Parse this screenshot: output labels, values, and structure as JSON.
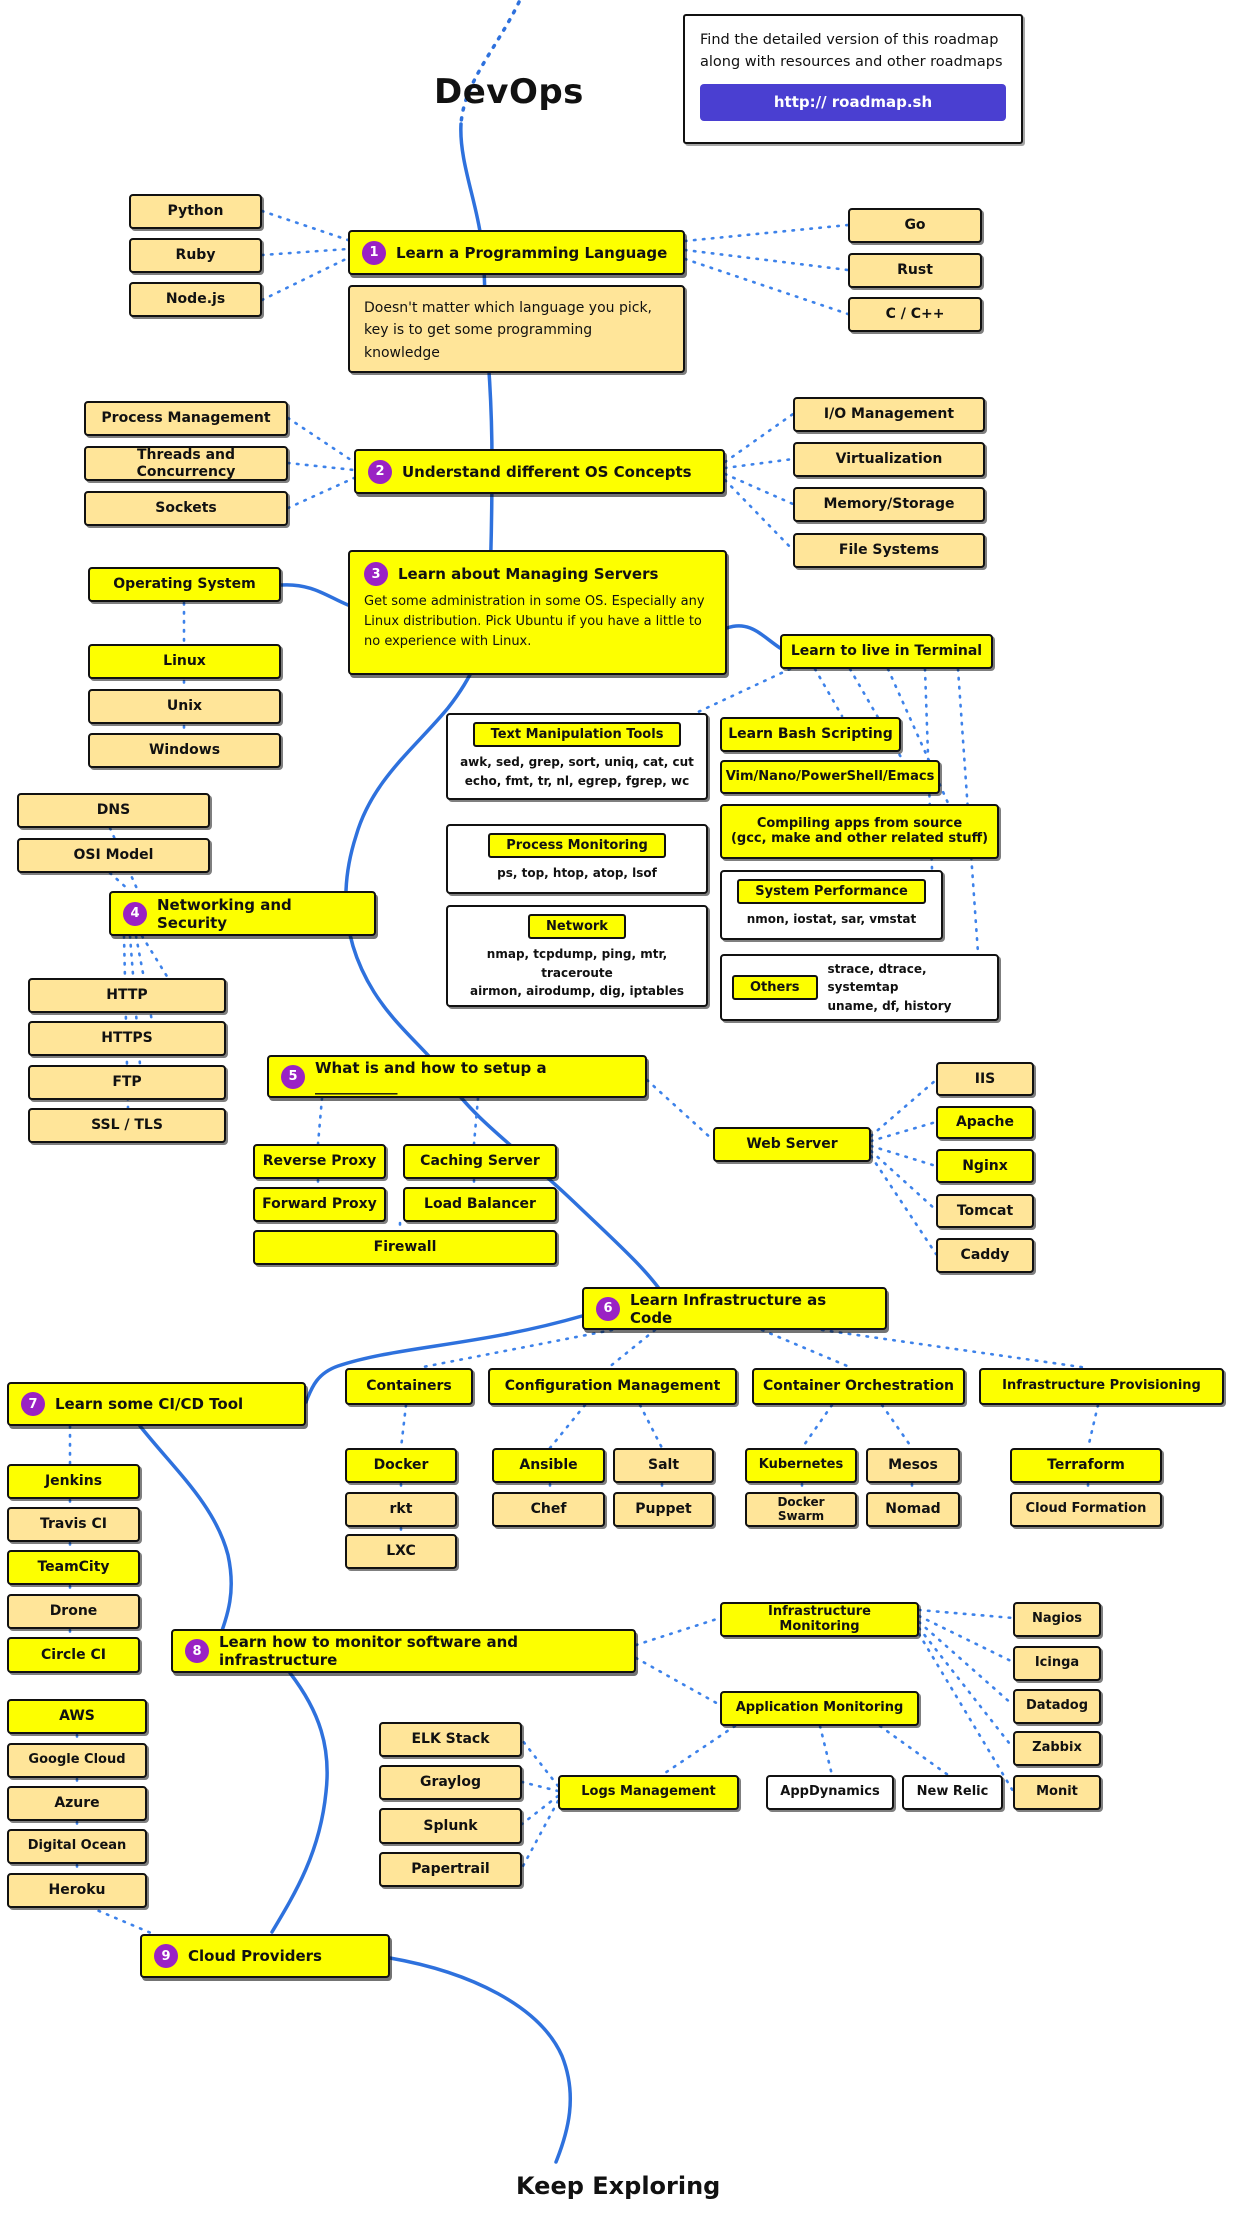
{
  "page": {
    "title": "DevOps",
    "footer": "Keep Exploring"
  },
  "info_card": {
    "text": "Find the detailed version of this roadmap along with resources and other roadmaps",
    "button_label": "http:// roadmap.sh"
  },
  "colors": {
    "yellow": "#fdff00",
    "tan": "#ffe599",
    "purple": "#9a22c4",
    "blue": "#2e71dd",
    "dot": "#3d82ea",
    "button": "#4a3fd1"
  },
  "steps": {
    "1": {
      "num": "1",
      "title": "Learn a Programming Language"
    },
    "2": {
      "num": "2",
      "title": "Understand different OS Concepts"
    },
    "3": {
      "num": "3",
      "title": "Learn about Managing Servers",
      "desc": "Get some administration in some OS. Especially any Linux distribution. Pick Ubuntu if you have a little to no experience with Linux."
    },
    "4": {
      "num": "4",
      "title": "Networking and Security"
    },
    "5": {
      "num": "5",
      "title": "What is and how to setup a ___________"
    },
    "6": {
      "num": "6",
      "title": "Learn Infrastructure as Code"
    },
    "7": {
      "num": "7",
      "title": "Learn some CI/CD Tool"
    },
    "8": {
      "num": "8",
      "title": "Learn how to monitor software and infrastructure"
    },
    "9": {
      "num": "9",
      "title": "Cloud Providers"
    }
  },
  "note": {
    "text": "Doesn't matter which language you pick, key is to get some programming knowledge"
  },
  "groups": {
    "text_manipulation": {
      "title": "Text Manipulation Tools",
      "line1": "awk, sed, grep, sort, uniq, cat, cut",
      "line2": "echo, fmt, tr, nl, egrep, fgrep, wc"
    },
    "process_monitoring": {
      "title": "Process Monitoring",
      "line1": "ps, top, htop, atop, lsof"
    },
    "network": {
      "title": "Network",
      "line1": "nmap, tcpdump, ping, mtr, traceroute",
      "line2": "airmon, airodump, dig, iptables"
    },
    "system_performance": {
      "title": "System Performance",
      "line1": "nmon, iostat, sar, vmstat"
    },
    "others": {
      "title": "Others",
      "line1": "strace, dtrace, systemtap",
      "line2": "uname, df, history"
    },
    "compiling": {
      "line1": "Compiling apps from source",
      "line2": "(gcc, make and other related stuff)"
    }
  },
  "nodes": {
    "python": "Python",
    "ruby": "Ruby",
    "nodejs": "Node.js",
    "go": "Go",
    "rust": "Rust",
    "cpp": "C / C++",
    "process_management": "Process Management",
    "threads": "Threads and Concurrency",
    "sockets": "Sockets",
    "io_management": "I/O Management",
    "virtualization": "Virtualization",
    "memory_storage": "Memory/Storage",
    "file_systems": "File Systems",
    "operating_system": "Operating System",
    "linux": "Linux",
    "unix": "Unix",
    "windows": "Windows",
    "terminal": "Learn to live in Terminal",
    "bash": "Learn Bash Scripting",
    "editors": "Vim/Nano/PowerShell/Emacs",
    "dns": "DNS",
    "osi": "OSI Model",
    "http": "HTTP",
    "https": "HTTPS",
    "ftp": "FTP",
    "ssl_tls": "SSL / TLS",
    "reverse_proxy": "Reverse Proxy",
    "caching_server": "Caching Server",
    "forward_proxy": "Forward Proxy",
    "load_balancer": "Load Balancer",
    "firewall": "Firewall",
    "web_server": "Web Server",
    "iis": "IIS",
    "apache": "Apache",
    "nginx": "Nginx",
    "tomcat": "Tomcat",
    "caddy": "Caddy",
    "containers": "Containers",
    "config_mgmt": "Configuration Management",
    "orchestration": "Container Orchestration",
    "provisioning": "Infrastructure Provisioning",
    "docker": "Docker",
    "rkt": "rkt",
    "lxc": "LXC",
    "ansible": "Ansible",
    "salt": "Salt",
    "chef": "Chef",
    "puppet": "Puppet",
    "kubernetes": "Kubernetes",
    "mesos": "Mesos",
    "docker_swarm": "Docker Swarm",
    "nomad": "Nomad",
    "terraform": "Terraform",
    "cloud_formation": "Cloud Formation",
    "jenkins": "Jenkins",
    "travis": "Travis CI",
    "teamcity": "TeamCity",
    "drone": "Drone",
    "circleci": "Circle CI",
    "infra_monitoring": "Infrastructure Monitoring",
    "app_monitoring": "Application Monitoring",
    "nagios": "Nagios",
    "icinga": "Icinga",
    "datadog": "Datadog",
    "zabbix": "Zabbix",
    "monit": "Monit",
    "elk": "ELK Stack",
    "graylog": "Graylog",
    "splunk": "Splunk",
    "papertrail": "Papertrail",
    "logs_management": "Logs Management",
    "appdynamics": "AppDynamics",
    "new_relic": "New Relic",
    "aws": "AWS",
    "google_cloud": "Google Cloud",
    "azure": "Azure",
    "digital_ocean": "Digital Ocean",
    "heroku": "Heroku"
  }
}
